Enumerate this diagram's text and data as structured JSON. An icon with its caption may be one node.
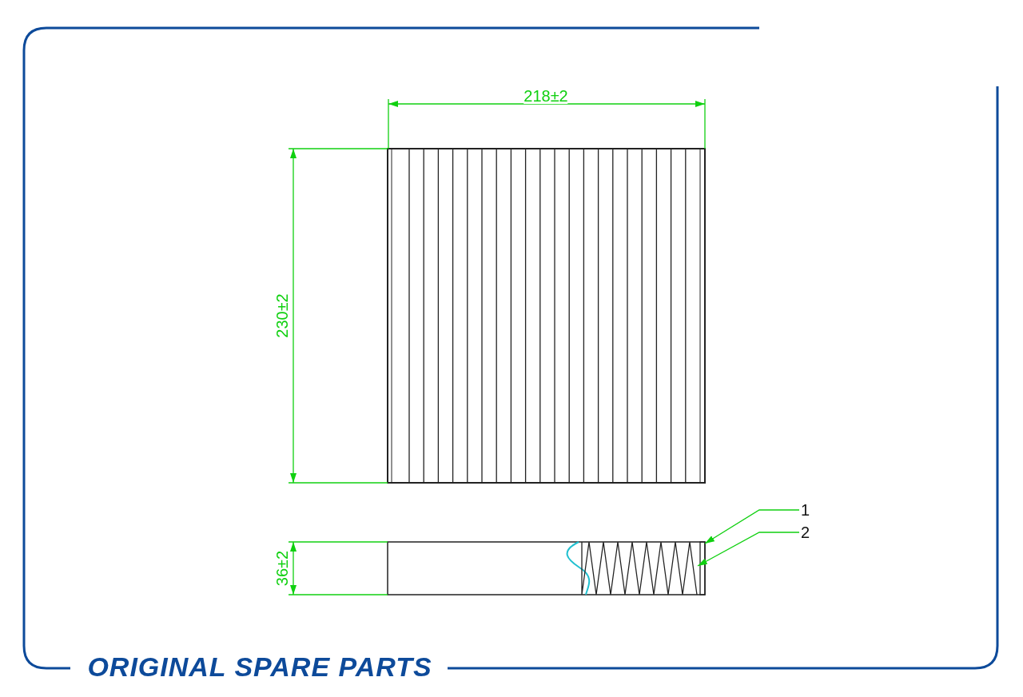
{
  "diagram": {
    "nodes": [
      {
        "text": [
          "1"
        ]
      },
      {
        "text": [
          "2"
        ]
      },
      {
        "text": [],
        "shape": "bar"
      },
      {
        "text": [],
        "shape": "picture"
      }
    ],
    "edges": [
      {
        "from": 0,
        "to": 2,
        "arrow": "to"
      },
      {
        "from": 1,
        "to": 3,
        "arrow": "to"
      }
    ],
    "labels": [
      "218±2",
      "230±2",
      "36±2",
      "ORIGINAL SPARE PARTS"
    ]
  }
}
